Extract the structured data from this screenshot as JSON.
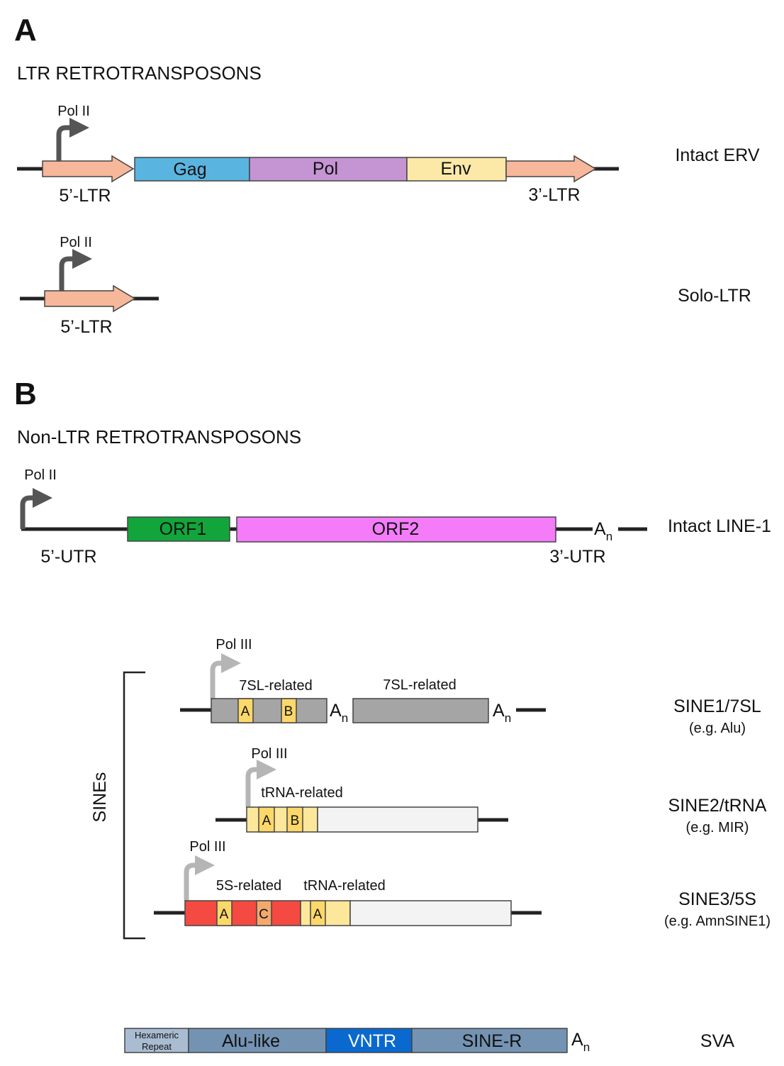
{
  "colors": {
    "line": "#222222",
    "promoter_dark": "#555555",
    "promoter_light": "#b5b5b5",
    "ltr": "#f7b79a",
    "gag": "#5ab4e0",
    "pol": "#c594d3",
    "env": "#fce9a8",
    "orf1": "#12a53c",
    "orf2": "#f47cf9",
    "sine_grey": "#a5a5a5",
    "motif": "#fcd76a",
    "trna_region": "#fde79b",
    "tail": "#f3f3f3",
    "red_5s": "#f44a42",
    "motif_c": "#f3a86c",
    "sva_light": "#a9bcd2",
    "sva_mid": "#7493b3",
    "vntr": "#0a69cf"
  },
  "panel_a": {
    "letter": "A",
    "title": "LTR RETROTRANSPOSONS",
    "intact_erv": {
      "promoter": "Pol II",
      "segments": {
        "gag": "Gag",
        "pol": "Pol",
        "env": "Env"
      },
      "left_ltr": "5’-LTR",
      "right_ltr": "3’-LTR",
      "name": "Intact ERV"
    },
    "solo_ltr": {
      "promoter": "Pol II",
      "ltr": "5’-LTR",
      "name": "Solo-LTR"
    }
  },
  "panel_b": {
    "letter": "B",
    "title": "Non-LTR RETROTRANSPOSONS",
    "line1": {
      "promoter": "Pol II",
      "orf1": "ORF1",
      "orf2": "ORF2",
      "tail_base": "A",
      "tail_sub": "n",
      "utr5": "5’-UTR",
      "utr3": "3’-UTR",
      "name": "Intact LINE-1"
    },
    "sines_label": "SINEs",
    "sine1": {
      "promoter": "Pol III",
      "region1": "7SL-related",
      "region2": "7SL-related",
      "motif_a": "A",
      "motif_b": "B",
      "tail_base": "A",
      "tail_sub": "n",
      "name": "SINE1/7SL",
      "example": "(e.g. Alu)"
    },
    "sine2": {
      "promoter": "Pol III",
      "region": "tRNA-related",
      "motif_a": "A",
      "motif_b": "B",
      "name": "SINE2/tRNA",
      "example": "(e.g. MIR)"
    },
    "sine3": {
      "promoter": "Pol III",
      "region1": "5S-related",
      "region2": "tRNA-related",
      "motif_a1": "A",
      "motif_c": "C",
      "motif_a2": "A",
      "name": "SINE3/5S",
      "example": "(e.g. AmnSINE1)"
    },
    "sva": {
      "hex_line1": "Hexameric",
      "hex_line2": "Repeat",
      "alu_like": "Alu-like",
      "vntr": "VNTR",
      "sine_r": "SINE-R",
      "tail_base": "A",
      "tail_sub": "n",
      "name": "SVA"
    }
  }
}
